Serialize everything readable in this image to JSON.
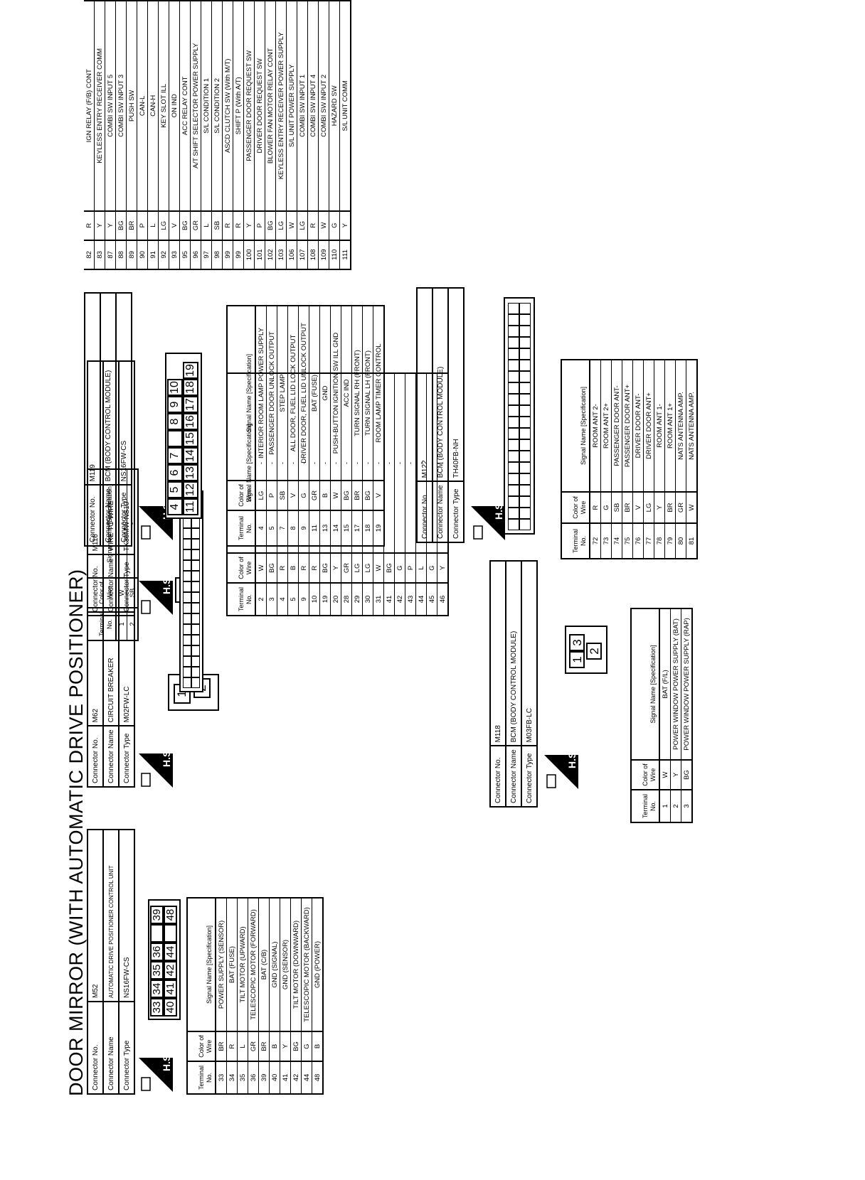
{
  "title": "DOOR MIRROR (WITH AUTOMATIC DRIVE POSITIONER)",
  "labels": {
    "connector_no": "Connector No.",
    "connector_name": "Connector Name",
    "connector_type": "Connector Type",
    "terminal_no": "Terminal No.",
    "color_of_wire": "Color of Wire",
    "signal_name": "Signal Name [Specification]",
    "hs": "H.S."
  },
  "connectors": [
    {
      "no": "M52",
      "name": "AUTOMATIC DRIVE POSITIONER CONTROL UNIT",
      "type": "NS16FW-CS",
      "face": {
        "top": [
          "33",
          "34",
          "35",
          "36",
          "",
          "39"
        ],
        "bottom": [
          "40",
          "41",
          "42",
          "44",
          "",
          "48"
        ]
      },
      "rows": [
        [
          "33",
          "BR",
          "POWER SUPPLY (SENSOR)"
        ],
        [
          "34",
          "R",
          "BAT (FUSE)"
        ],
        [
          "35",
          "L",
          "TILT MOTOR (UPWARD)"
        ],
        [
          "36",
          "GR",
          "TELESCOPIC MOTOR (FORWARD)"
        ],
        [
          "39",
          "BR",
          "BAT (C/B)"
        ],
        [
          "40",
          "B",
          "GND (SIGNAL)"
        ],
        [
          "41",
          "Y",
          "GND (SENSOR)"
        ],
        [
          "42",
          "BG",
          "TILT MOTOR (DOWNWARD)"
        ],
        [
          "44",
          "G",
          "TELESCOPIC MOTOR (BACKWARD)"
        ],
        [
          "48",
          "B",
          "GND (POWER)"
        ]
      ]
    },
    {
      "no": "M62",
      "name": "CIRCUIT BREAKER",
      "type": "M02FW-LC",
      "face": {
        "cells": [
          "1",
          "2"
        ]
      },
      "rows": [
        [
          "1",
          "W",
          "-"
        ],
        [
          "2",
          "SB",
          "-"
        ]
      ]
    },
    {
      "no": "M116",
      "name": "WIRE TO WIRE",
      "type": "TK36MW-NS10",
      "rows": [
        [
          "2",
          "W",
          "-"
        ],
        [
          "3",
          "BG",
          "-"
        ],
        [
          "4",
          "R",
          "-"
        ],
        [
          "5",
          "B",
          "-"
        ],
        [
          "9",
          "R",
          "-"
        ],
        [
          "10",
          "R",
          "-"
        ],
        [
          "19",
          "BG",
          "-"
        ],
        [
          "20",
          "Y",
          "-"
        ],
        [
          "28",
          "GR",
          "-"
        ],
        [
          "29",
          "LG",
          "-"
        ],
        [
          "30",
          "LG",
          "-"
        ],
        [
          "31",
          "W",
          "-"
        ],
        [
          "41",
          "BG",
          "-"
        ],
        [
          "42",
          "G",
          "-"
        ],
        [
          "43",
          "P",
          "-"
        ],
        [
          "44",
          "L",
          "-"
        ],
        [
          "45",
          "G",
          "-"
        ],
        [
          "46",
          "Y",
          "-"
        ]
      ]
    },
    {
      "no": "M118",
      "name": "BCM (BODY CONTROL MODULE)",
      "type": "M03FB-LC",
      "face": {
        "cells": [
          "1",
          "3",
          "2"
        ]
      },
      "rows": [
        [
          "1",
          "W",
          "BAT (F/L)"
        ],
        [
          "2",
          "Y",
          "POWER WINDOW POWER SUPPLY (BAT)"
        ],
        [
          "3",
          "BG",
          "POWER WINDOW POWER SUPPLY (RAP)"
        ]
      ]
    },
    {
      "no": "M119",
      "name": "BCM (BODY CONTROL MODULE)",
      "type": "NS16FW-CS",
      "face": {
        "top": [
          "4",
          "5",
          "6",
          "7",
          "",
          "8",
          "9",
          "10"
        ],
        "bottom": [
          "11",
          "12",
          "13",
          "14",
          "15",
          "16",
          "17",
          "18",
          "19"
        ]
      },
      "rows": [
        [
          "4",
          "LG",
          "INTERIOR ROOM LAMP POWER SUPPLY"
        ],
        [
          "5",
          "P",
          "PASSENGER DOOR UNLOCK OUTPUT"
        ],
        [
          "7",
          "SB",
          "STEP LAMP"
        ],
        [
          "8",
          "V",
          "ALL DOOR, FUEL LID LOCK OUTPUT"
        ],
        [
          "9",
          "G",
          "DRIVER DOOR, FUEL LID UNLOCK OUTPUT"
        ],
        [
          "11",
          "GR",
          "BAT (FUSE)"
        ],
        [
          "13",
          "B",
          "GND"
        ],
        [
          "14",
          "W",
          "PUSH-BUTTON IGNITION SW ILL GND"
        ],
        [
          "15",
          "BG",
          "ACC IND"
        ],
        [
          "17",
          "BR",
          "TURN SIGNAL RH (FRONT)"
        ],
        [
          "18",
          "BG",
          "TURN SIGNAL LH (FRONT)"
        ],
        [
          "19",
          "V",
          "ROOM LAMP TIMER CONTROL"
        ]
      ]
    },
    {
      "no": "M122",
      "name": "BCM (BODY CONTROL MODULE)",
      "type": "TH40FB-NH",
      "rows": [
        [
          "72",
          "R",
          "ROOM ANT 2-"
        ],
        [
          "73",
          "G",
          "ROOM ANT 2+"
        ],
        [
          "74",
          "SB",
          "PASSENGER DOOR ANT-"
        ],
        [
          "75",
          "BR",
          "PASSENGER DOOR ANT+"
        ],
        [
          "76",
          "V",
          "DRIVER DOOR ANT-"
        ],
        [
          "77",
          "LG",
          "DRIVER DOOR ANT+"
        ],
        [
          "78",
          "Y",
          "ROOM ANT 1-"
        ],
        [
          "79",
          "BR",
          "ROOM ANT 1+"
        ],
        [
          "80",
          "GR",
          "NATS ANTENNA AMP."
        ],
        [
          "81",
          "W",
          "NATS ANTENNA AMP."
        ]
      ]
    },
    {
      "rows": [
        [
          "82",
          "R",
          "IGN RELAY (F/B) CONT"
        ],
        [
          "83",
          "Y",
          "KEYLESS ENTRY RECEIVER COMM"
        ],
        [
          "87",
          "Y",
          "COMBI SW INPUT 5"
        ],
        [
          "88",
          "BG",
          "COMBI SW INPUT 3"
        ],
        [
          "89",
          "BR",
          "PUSH SW"
        ],
        [
          "90",
          "P",
          "CAN-L"
        ],
        [
          "91",
          "L",
          "CAN-H"
        ],
        [
          "92",
          "LG",
          "KEY SLOT ILL"
        ],
        [
          "93",
          "V",
          "ON IND"
        ],
        [
          "95",
          "BG",
          "ACC RELAY CONT"
        ],
        [
          "96",
          "GR",
          "A/T SHIFT SELECTOR POWER SUPPLY"
        ],
        [
          "97",
          "L",
          "S/L CONDITION 1"
        ],
        [
          "98",
          "SB",
          "S/L CONDITION 2"
        ],
        [
          "99",
          "R",
          "ASCD CLUTCH SW (With M/T)"
        ],
        [
          "99",
          "R",
          "SHIFT P (With A/T)"
        ],
        [
          "100",
          "Y",
          "PASSENGER DOOR REQUEST SW"
        ],
        [
          "101",
          "P",
          "DRIVER DOOR REQUEST SW"
        ],
        [
          "102",
          "BG",
          "BLOWER FAN MOTOR RELAY CONT"
        ],
        [
          "103",
          "LG",
          "KEYLESS ENTRY RECEIVER POWER SUPPLY"
        ],
        [
          "106",
          "W",
          "S/L UNIT POWER SUPPLY"
        ],
        [
          "107",
          "LG",
          "COMBI SW INPUT 1"
        ],
        [
          "108",
          "R",
          "COMBI SW INPUT 4"
        ],
        [
          "109",
          "W",
          "COMBI SW INPUT 2"
        ],
        [
          "110",
          "G",
          "HAZARD SW"
        ],
        [
          "111",
          "Y",
          "S/L UNIT COMM"
        ]
      ]
    }
  ]
}
